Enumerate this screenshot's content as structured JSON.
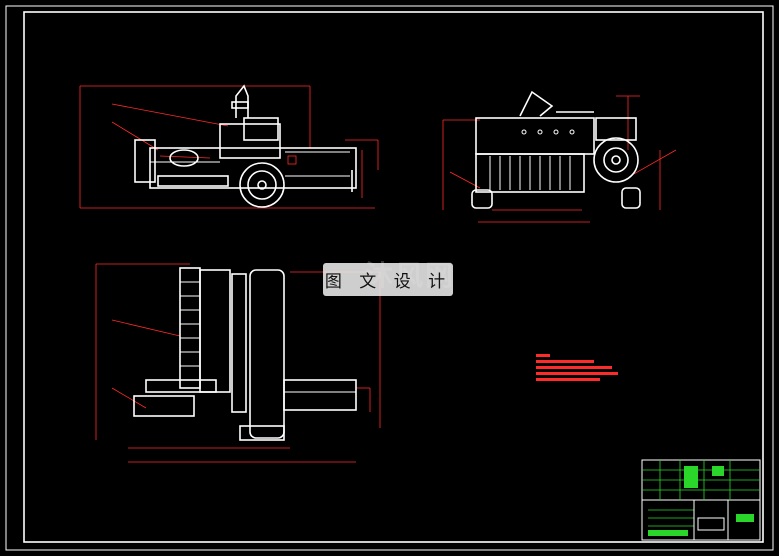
{
  "watermark": {
    "text": "图 文 设 计",
    "logo_text": "沐风网"
  },
  "colors": {
    "background": "#000000",
    "outline": "#ffffff",
    "dimension": "#ff2a2a",
    "title_block": "#2bd62b"
  },
  "views": {
    "side_view": "machine-side-elevation",
    "rear_view": "machine-rear-elevation",
    "top_view": "machine-plan-view"
  }
}
